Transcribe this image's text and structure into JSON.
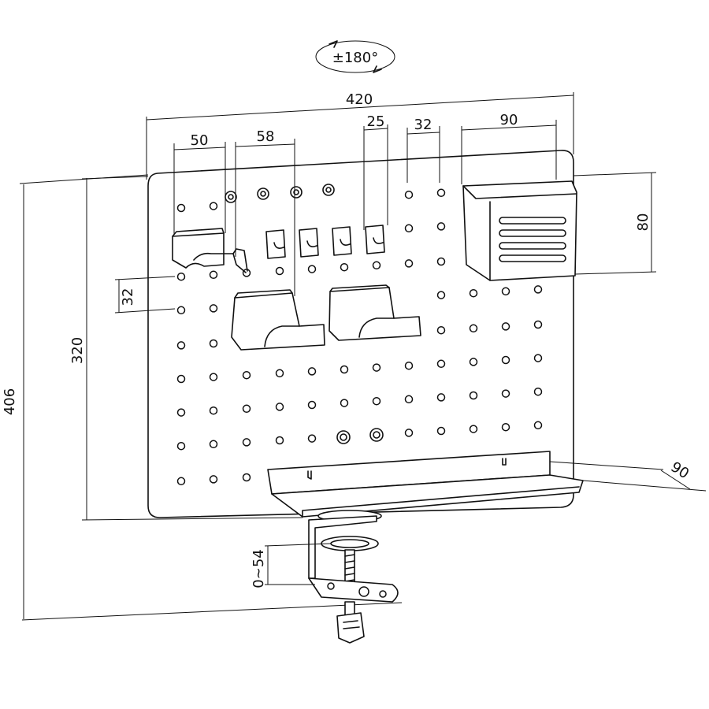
{
  "rotation": {
    "label": "±180°"
  },
  "dimensions": {
    "board_width": "420",
    "pocket_1_width": "50",
    "pocket_2_width": "58",
    "hook_spacing": "25",
    "hole_spacing": "32",
    "basket_width": "90",
    "basket_height": "80",
    "hole_pitch_vertical": "32",
    "board_height": "320",
    "total_height": "406",
    "shelf_depth": "90",
    "clamp_range": "0~54"
  }
}
